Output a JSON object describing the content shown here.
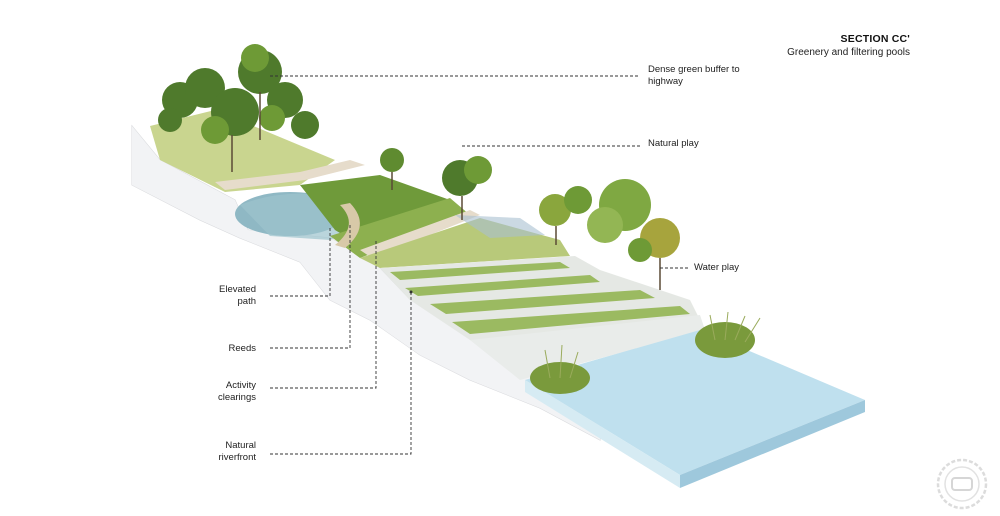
{
  "title": {
    "heading": "SECTION CC'",
    "subheading": "Greenery and filtering pools"
  },
  "callouts_right": [
    {
      "id": "buffer",
      "lines": [
        "Dense green buffer to",
        "highway"
      ]
    },
    {
      "id": "natural-play",
      "lines": [
        "Natural play"
      ]
    },
    {
      "id": "water-play",
      "lines": [
        "Water play"
      ]
    }
  ],
  "callouts_left": [
    {
      "id": "elevated-path",
      "lines": [
        "Elevated",
        "path"
      ]
    },
    {
      "id": "reeds",
      "lines": [
        "Reeds"
      ]
    },
    {
      "id": "activity-clearings",
      "lines": [
        "Activity",
        "clearings"
      ]
    },
    {
      "id": "natural-riverfront",
      "lines": [
        "Natural",
        "riverfront"
      ]
    }
  ],
  "colors": {
    "section_wall": "#e9eaec",
    "grass": "#b8c97a",
    "dark_green": "#4f7a2c",
    "mid_green": "#7da43c",
    "water": "#bfe0ee",
    "pond": "#8fb8c4",
    "path": "#e6dccb",
    "leader": "#333333"
  },
  "watermark": {
    "icon": "stamp-logo-icon"
  }
}
